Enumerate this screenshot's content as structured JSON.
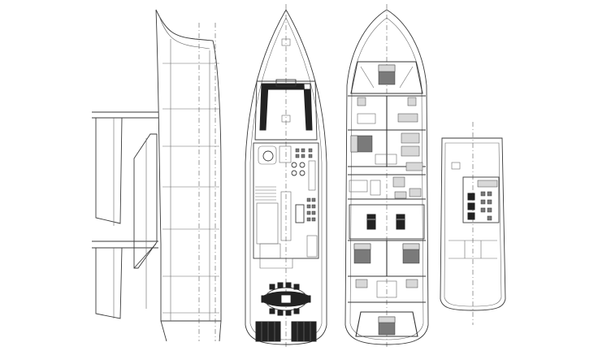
{
  "diagram": {
    "background": "#ffffff",
    "line_color": "#3a3a3a",
    "views": [
      "side-profile",
      "main-deck-plan",
      "lower-deck-plan",
      "fly-deck-plan"
    ]
  }
}
